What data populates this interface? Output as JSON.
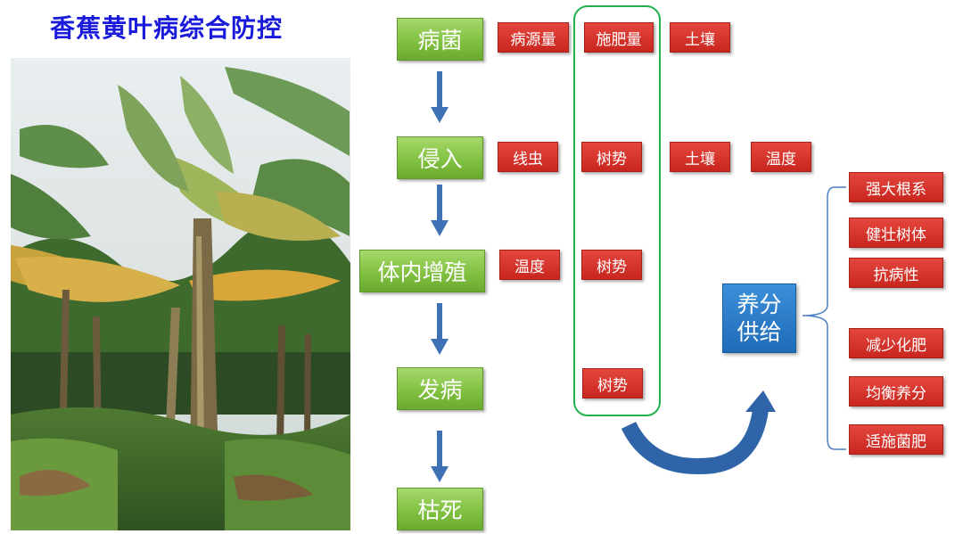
{
  "title": "香蕉黄叶病综合防控",
  "stages": [
    "病菌",
    "侵入",
    "体内增殖",
    "发病",
    "枯死"
  ],
  "factors": {
    "row1": [
      "病源量",
      "施肥量",
      "土壤"
    ],
    "row2": [
      "线虫",
      "树势",
      "土壤",
      "温度"
    ],
    "row3": [
      "温度",
      "树势"
    ],
    "row4": [
      "树势"
    ]
  },
  "supply_label": "养分供给",
  "benefits": [
    "强大根系",
    "健壮树体",
    "抗病性"
  ],
  "measures": [
    "减少化肥",
    "均衡养分",
    "适施菌肥"
  ],
  "colors": {
    "stage_green": "#7fbf3f",
    "tag_red": "#d0302a",
    "supply_blue": "#1f6bb8",
    "frame_green": "#22b14c",
    "title_blue": "#1a1adb"
  }
}
